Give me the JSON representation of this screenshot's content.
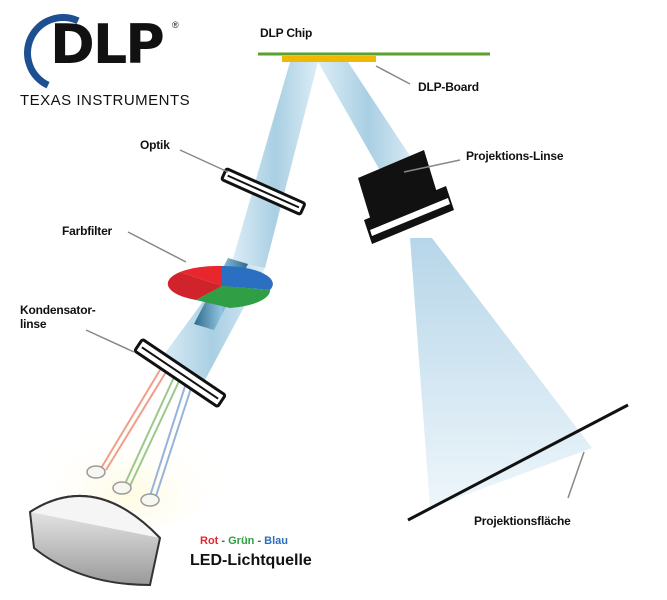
{
  "logo": {
    "brand": "DLP",
    "registered": "®",
    "company": "TEXAS INSTRUMENTS"
  },
  "labels": {
    "chip": "DLP Chip",
    "board": "DLP-Board",
    "optics": "Optik",
    "lens": "Projektions-Linse",
    "filter": "Farbfilter",
    "condenser": "Kondensator-linse",
    "screen": "Projektionsfläche"
  },
  "legend": {
    "red": "Rot",
    "sep1": " - ",
    "green": "Grün",
    "sep2": " - ",
    "blue": "Blau",
    "title": "LED-Lichtquelle"
  },
  "colors": {
    "chip_line": "#5aa02c",
    "board": "#f2b705",
    "beam": "#b8d8ea",
    "beam_dark": "#6aa6c8",
    "red": "#e8262d",
    "green": "#2f9e44",
    "blue": "#2a6fc1",
    "logo_blue": "#1d4f91"
  }
}
